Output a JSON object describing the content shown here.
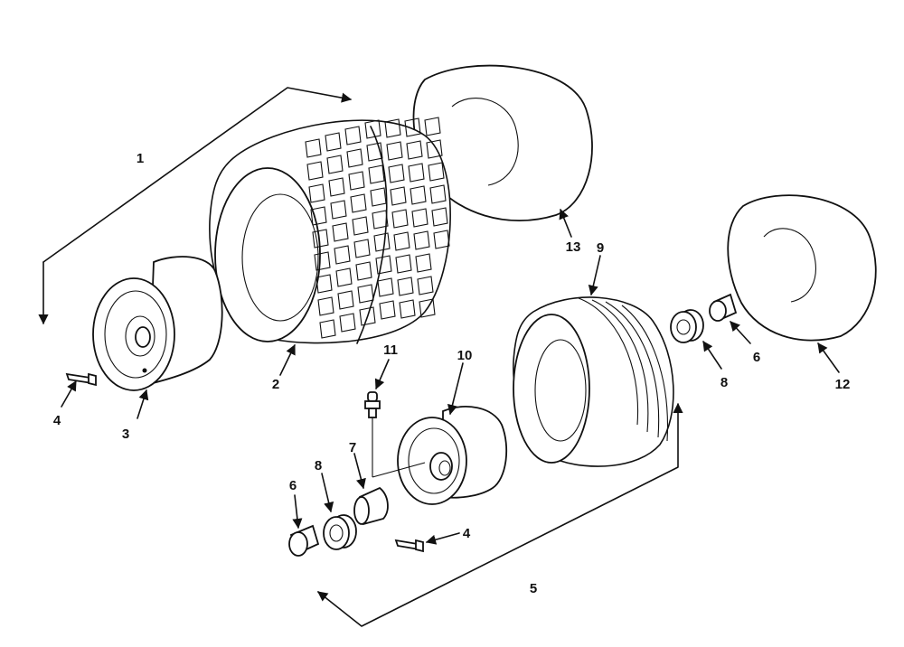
{
  "callouts": [
    {
      "id": "1",
      "text": "1"
    },
    {
      "id": "2",
      "text": "2"
    },
    {
      "id": "3",
      "text": "3"
    },
    {
      "id": "4a",
      "text": "4"
    },
    {
      "id": "4b",
      "text": "4"
    },
    {
      "id": "5",
      "text": "5"
    },
    {
      "id": "6a",
      "text": "6"
    },
    {
      "id": "6b",
      "text": "6"
    },
    {
      "id": "7",
      "text": "7"
    },
    {
      "id": "8a",
      "text": "8"
    },
    {
      "id": "8b",
      "text": "8"
    },
    {
      "id": "9",
      "text": "9"
    },
    {
      "id": "10",
      "text": "10"
    },
    {
      "id": "11",
      "text": "11"
    },
    {
      "id": "12",
      "text": "12"
    },
    {
      "id": "13",
      "text": "13"
    }
  ],
  "colors": {
    "ink": "#111111",
    "paper": "#ffffff"
  }
}
